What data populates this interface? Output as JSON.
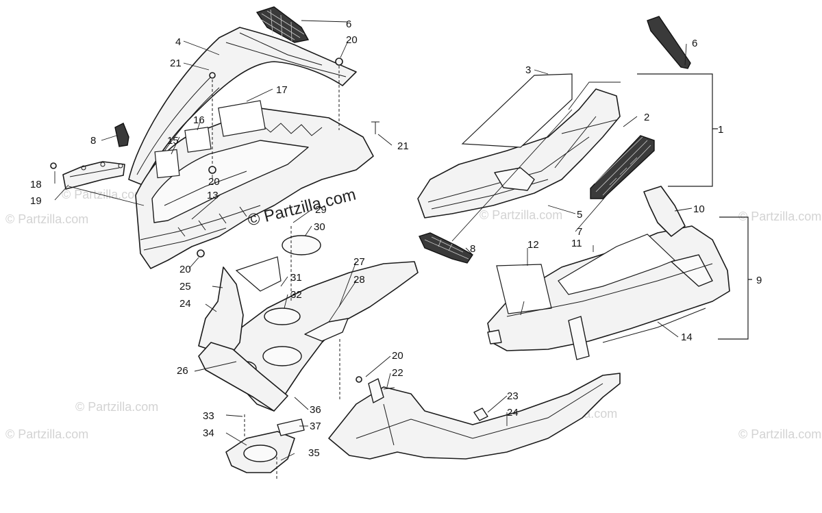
{
  "watermark": {
    "main_text": "© Partzilla.com",
    "faint_text": "© Partzilla.com"
  },
  "callouts": {
    "n1": "1",
    "n2": "2",
    "n3": "3",
    "n4": "4",
    "n5": "5",
    "n6a": "6",
    "n6b": "6",
    "n7": "7",
    "n8a": "8",
    "n8b": "8",
    "n9": "9",
    "n10": "10",
    "n11": "11",
    "n12": "12",
    "n13": "13",
    "n14": "14",
    "n15": "15",
    "n16": "16",
    "n17": "17",
    "n18": "18",
    "n19": "19",
    "n20a": "20",
    "n20b": "20",
    "n20c": "20",
    "n20d": "20",
    "n21a": "21",
    "n21b": "21",
    "n22": "22",
    "n23": "23",
    "n24a": "24",
    "n24b": "24",
    "n25": "25",
    "n26": "26",
    "n27": "27",
    "n28": "28",
    "n29": "29",
    "n30": "30",
    "n31": "31",
    "n32": "32",
    "n33": "33",
    "n34": "34",
    "n35": "35",
    "n36": "36",
    "n37": "37"
  }
}
